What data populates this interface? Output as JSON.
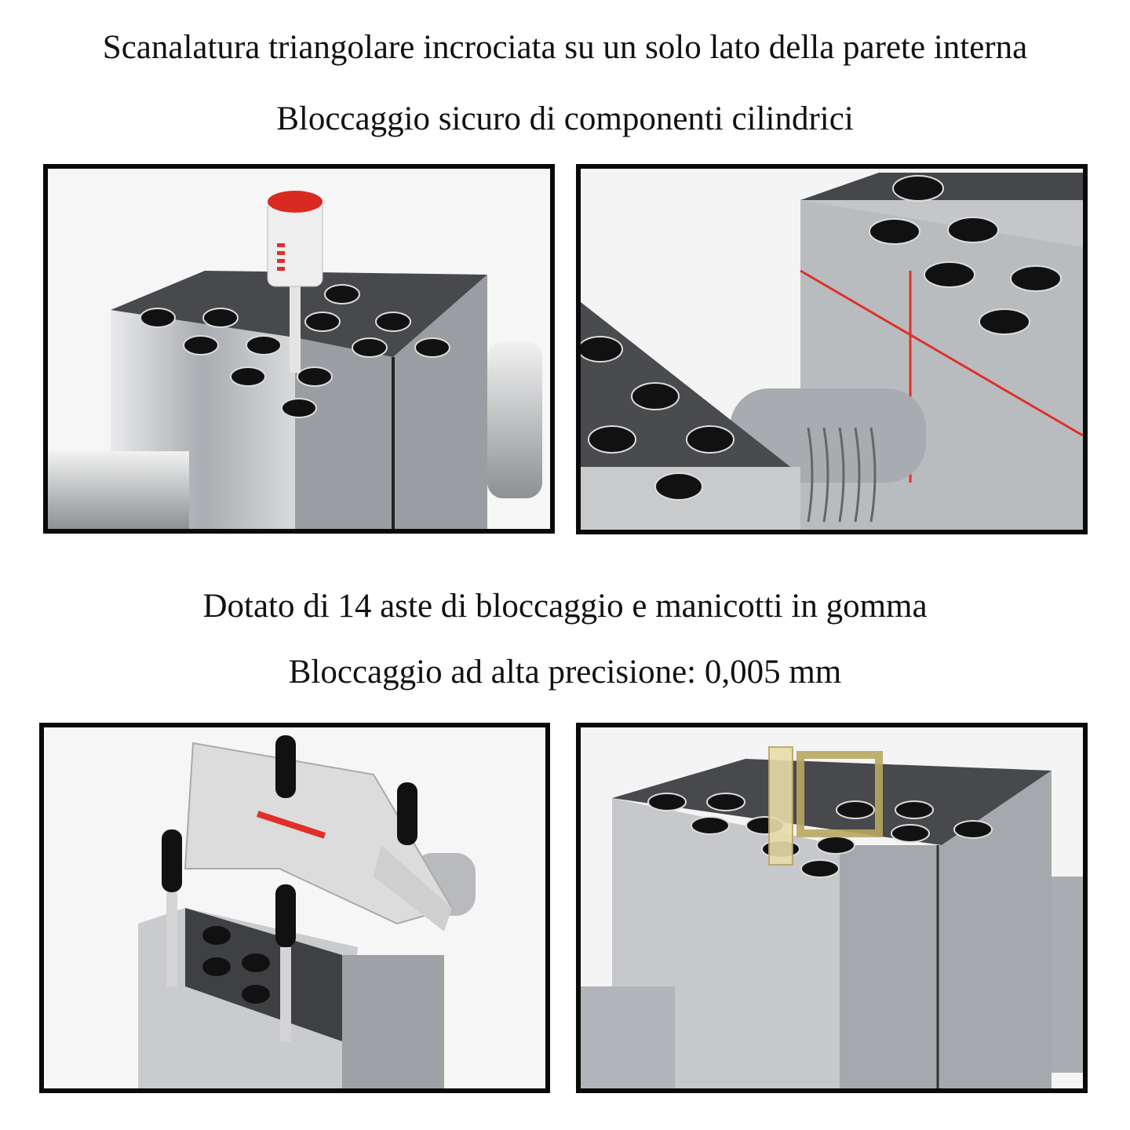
{
  "header": {
    "line1": "Scanalatura triangolare incrociata su un solo lato della parete interna",
    "line2": "Bloccaggio sicuro di componenti cilindrici"
  },
  "middle": {
    "line1": "Dotato di 14 aste di bloccaggio e manicotti in gomma",
    "line2": "Bloccaggio ad alta precisione: 0,005 mm"
  },
  "colors": {
    "border": "#0a0a0a",
    "metal": "#b9bcc0",
    "block_top": "#4a4b4e",
    "accent_red": "#e0302a",
    "gauge_gold": "#e8dca8"
  }
}
